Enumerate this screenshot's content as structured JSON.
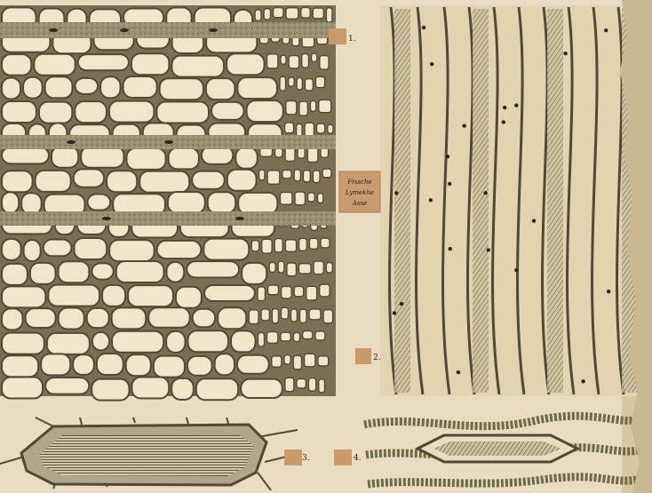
{
  "plate": {
    "labels": [
      "1.",
      "2.",
      "3.",
      "4."
    ],
    "stamp_lines": [
      "Fixsche",
      "Lymekhe",
      "Asse"
    ]
  },
  "colors": {
    "paper": "#e9dcc0",
    "paper_dark": "#d8c7a0",
    "ink": "#7a6f55",
    "ink_dark": "#514836",
    "cell_fill": "#f1e6cc",
    "ray_fill": "#9a8f72",
    "tag": "#c99a6a",
    "green": "#6d6a45"
  }
}
